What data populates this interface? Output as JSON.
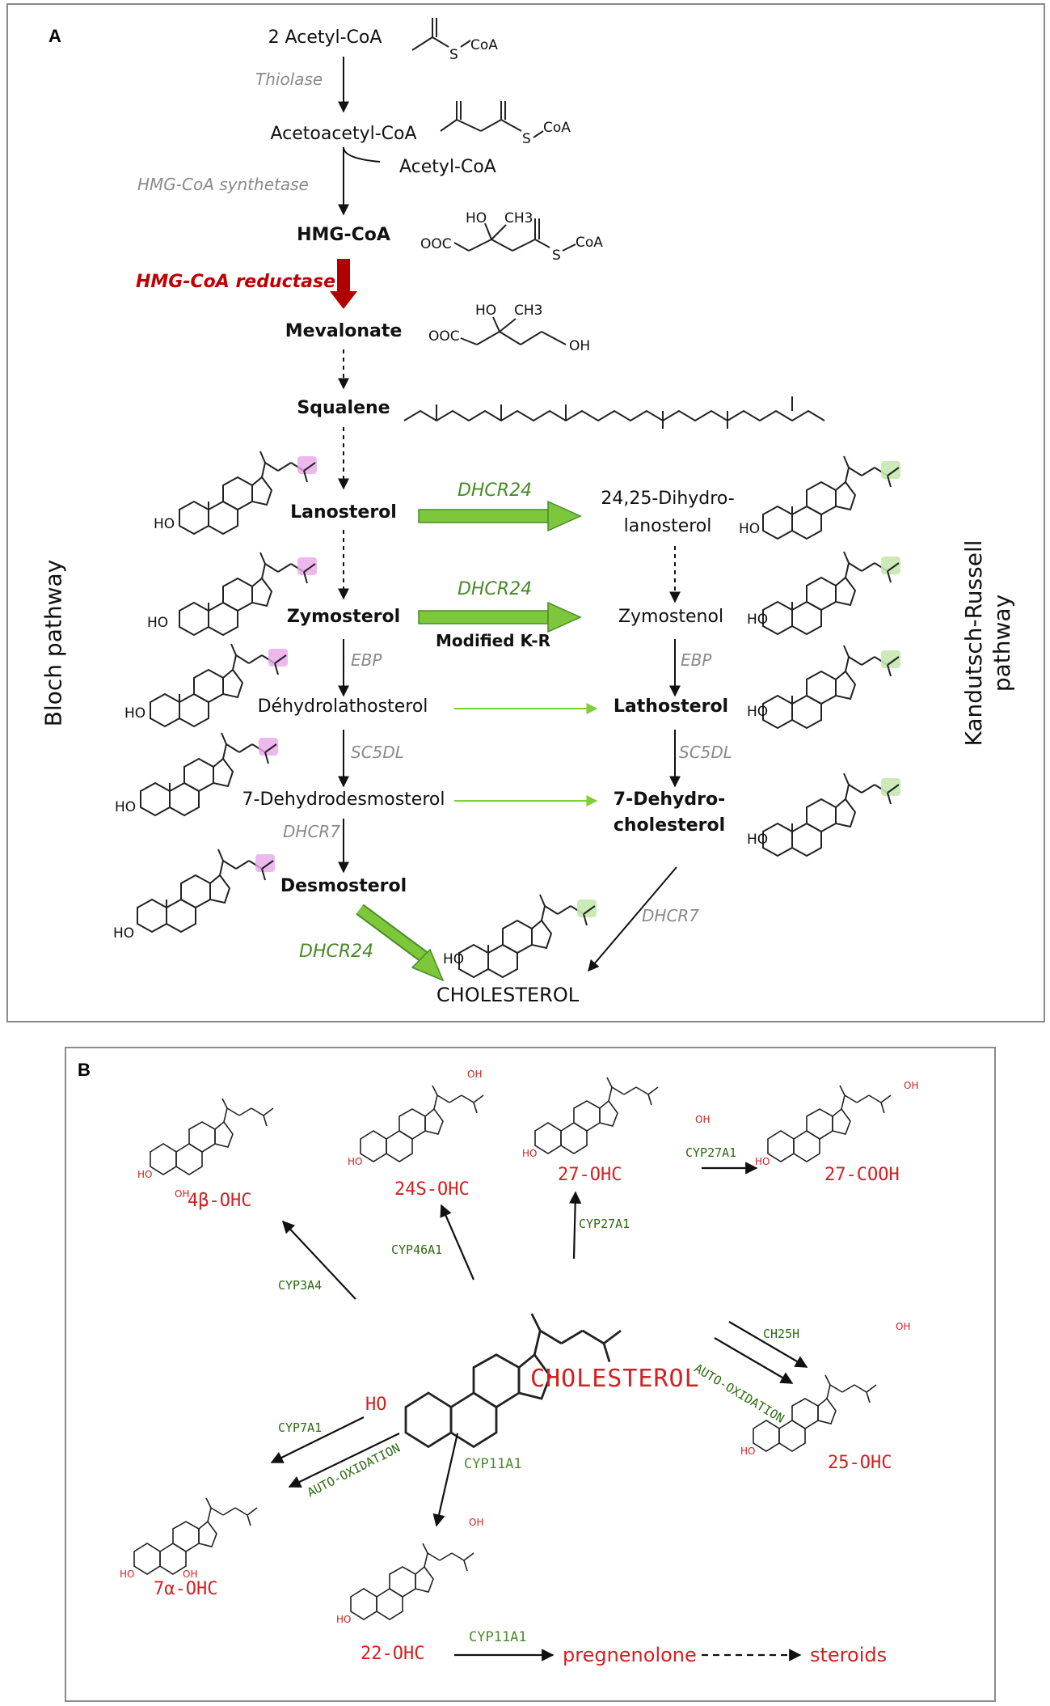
{
  "panel_a": {
    "letter": "A",
    "left_label": "Bloch pathway",
    "right_label_line1": "Kandutsch-Russell",
    "right_label_line2": "pathway",
    "nodes": {
      "acetyl_coa_2": "2 Acetyl-CoA",
      "acetoacetyl_coa": "Acetoacetyl-CoA",
      "acetyl_coa": "Acetyl-CoA",
      "hmg_coa": "HMG-CoA",
      "mevalonate": "Mevalonate",
      "squalene": "Squalene",
      "lanosterol": "Lanosterol",
      "dihydrolanosterol_1": "24,25-Dihydro-",
      "dihydrolanosterol_2": "lanosterol",
      "zymosterol": "Zymosterol",
      "zymostenol": "Zymostenol",
      "dehydrolathosterol": "Déhydrolathosterol",
      "lathosterol": "Lathosterol",
      "dehydrodesmosterol": "7-Dehydrodesmosterol",
      "dehydrocholesterol_1": "7-Dehydro-",
      "dehydrocholesterol_2": "cholesterol",
      "desmosterol": "Desmosterol",
      "cholesterol": "CHOLESTEROL"
    },
    "enzymes": {
      "thiolase": "Thiolase",
      "hmg_synthetase": "HMG-CoA synthetase",
      "hmg_reductase": "HMG-CoA reductase",
      "dhcr24_1": "DHCR24",
      "dhcr24_2": "DHCR24",
      "modified_kr": "Modified K-R",
      "ebp_left": "EBP",
      "ebp_right": "EBP",
      "sc5dl_left": "SC5DL",
      "sc5dl_right": "SC5DL",
      "dhcr7_left": "DHCR7",
      "dhcr7_right": "DHCR7",
      "dhcr24_3": "DHCR24"
    },
    "structure_text": {
      "coa": "CoA",
      "s": "S",
      "ho": "HO",
      "ch3": "CH3",
      "ooc": "OOC",
      "oh": "OH"
    }
  },
  "panel_b": {
    "letter": "B",
    "center": "CHOLESTEROL",
    "center_ho": "HO",
    "products": {
      "b4": "4β-OHC",
      "s24": "24S-OHC",
      "c27": "27-OHC",
      "cooh27": "27-COOH",
      "c25": "25-OHC",
      "a7": "7α-OHC",
      "c22": "22-OHC",
      "preg": "pregnenolone",
      "steroids": "steroids"
    },
    "enzymes": {
      "cyp3a4": "CYP3A4",
      "cyp46a1": "CYP46A1",
      "cyp27a1_up": "CYP27A1",
      "cyp27a1_right": "CYP27A1",
      "ch25h": "CH25H",
      "auto_ox_right": "AUTO-OXIDATION",
      "cyp7a1": "CYP7A1",
      "auto_ox_left": "AUTO-OXIDATION",
      "cyp11a1_down": "CYP11A1",
      "cyp11a1_right": "CYP11A1"
    },
    "small_text": {
      "ho": "HO",
      "oh": "OH"
    }
  },
  "colors": {
    "red_arrow": "#b00000",
    "green_arrow": "#6cbf2a",
    "green_text": "#4a8a2a",
    "gray_text": "#8a8a8a",
    "product_red": "#d42020",
    "enzyme_green_b": "#2b6a10",
    "highlight_pink": "#e8a8e8",
    "highlight_green": "#c5e8b0",
    "border": "#8a8a8a"
  }
}
